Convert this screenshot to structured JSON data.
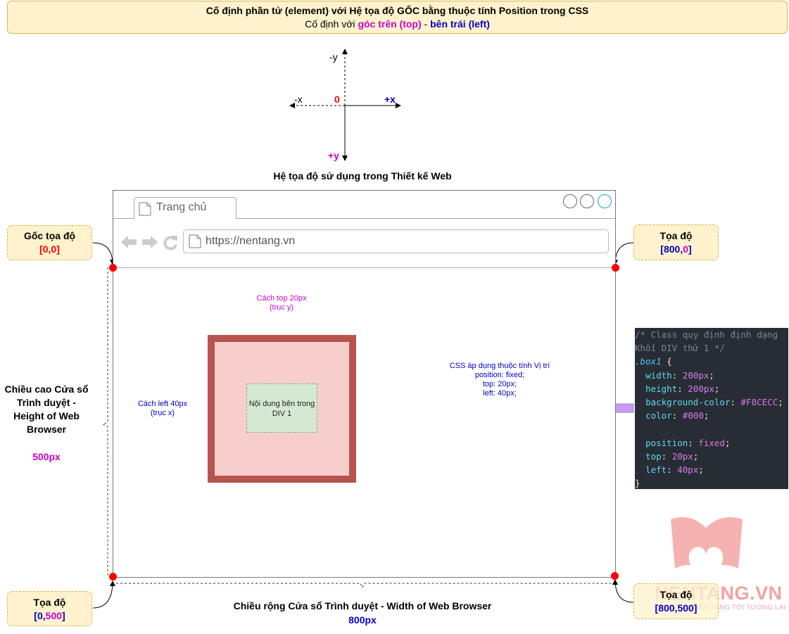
{
  "header": {
    "line1": "Cố định phần tử (element) với Hệ tọa độ GỐC bằng thuộc tính Position trong CSS",
    "line2_prefix": "Cố định với ",
    "line2_top": "góc trên (top)",
    "line2_sep": " - ",
    "line2_left": "bên trái (left)"
  },
  "axes": {
    "neg_y": "-y",
    "neg_x": "-x",
    "origin": "0",
    "pos_x": "+x",
    "pos_y": "+y",
    "caption": "Hệ tọa độ sử dụng trong Thiết kế Web"
  },
  "browser": {
    "tab_label": "Trang chủ",
    "url": "https://nentang.vn"
  },
  "corners": {
    "top_left": {
      "label": "Gốc tọa độ",
      "coords": "[0,0]"
    },
    "top_right": {
      "label": "Tọa độ",
      "open": "[",
      "x": "800",
      "comma": ",",
      "y": "0",
      "close": "]"
    },
    "bottom_left": {
      "label": "Tọa độ",
      "open": "[",
      "x": "0",
      "comma": ",",
      "y": "500",
      "close": "]"
    },
    "bottom_right": {
      "label": "Tọa độ",
      "coords": "[800,500]"
    }
  },
  "annotations": {
    "top_offset_line1": "Cách top 20px",
    "top_offset_line2": "(trục y)",
    "left_offset_line1": "Cách left 40px",
    "left_offset_line2": "(trục x)",
    "div_content": "Nội dung bên trong DIV 1",
    "css_title": "CSS áp dụng thuộc tính Vị trí",
    "css_l1": "position: fixed;",
    "css_l2": "top: 20px;",
    "css_l3": "left: 40px;"
  },
  "height_label": {
    "text": "Chiều cao Cửa sổ Trình duyệt - Height of Web Browser",
    "value": "500px"
  },
  "width_label": {
    "text": "Chiều rộng Cửa sổ Trình duyệt - Width of Web Browser",
    "value": "800px"
  },
  "code": {
    "comment1": "/* Class quy định định dạng",
    "comment2": "Khối DIV thứ 1 */",
    "selector": ".box1",
    "open": " {",
    "p1": "width",
    "v1": "200px",
    "p2": "height",
    "v2": "200px",
    "p3": "background-color",
    "v3": "#F8CECC",
    "p4": "color",
    "v4": "#000",
    "p5": "position",
    "v5": "fixed",
    "p6": "top",
    "v6": "20px",
    "p7": "left",
    "v7": "40px",
    "close": "}"
  },
  "watermark": {
    "brand": "NENTANG.VN",
    "tagline": "XÂY DỰNG NỀN TẢNG TỚI TƯƠNG LAI"
  },
  "colors": {
    "accent_magenta": "#cc00cc",
    "accent_blue": "#0000cc",
    "marker_red": "#ff0000",
    "box_border": "#b85450",
    "box_fill": "#f8cecc",
    "arrow_purple": "#cc99ff"
  },
  "icons": [
    "page-icon",
    "back-arrow-icon",
    "forward-arrow-icon",
    "reload-icon"
  ]
}
